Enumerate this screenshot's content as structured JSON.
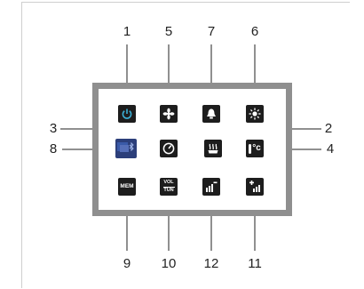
{
  "callouts": {
    "n1": "1",
    "n2": "2",
    "n3": "3",
    "n4": "4",
    "n5": "5",
    "n6": "6",
    "n7": "7",
    "n8": "8",
    "n9": "9",
    "n10": "10",
    "n11": "11",
    "n12": "12"
  },
  "buttons": {
    "mem_label": "MEM",
    "vol_label": "VOL",
    "tun_label": "TUN",
    "temp_label": "°c"
  },
  "colors": {
    "button_bg": "#1d1d1d",
    "panel_border": "#8f8f8f",
    "line": "#222222",
    "power_ring": "#3bb0d6",
    "bluetooth_bg": "#3a5aa8"
  },
  "icons": {
    "b1": "power-icon",
    "b5": "fan-icon",
    "b7": "heater-icon",
    "b6": "light-icon",
    "b8": "bluetooth-icon",
    "b3": "gauge-icon",
    "b2": "steam-icon",
    "b4": "temperature-icon",
    "b9": "mem-icon",
    "b10": "vol-tun-icon",
    "b12": "volume-down-icon",
    "b11": "volume-up-icon"
  }
}
